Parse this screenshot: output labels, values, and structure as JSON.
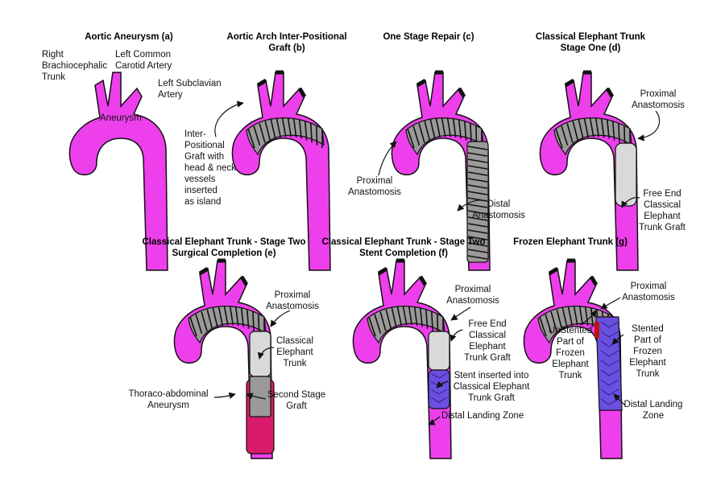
{
  "colors": {
    "aorta": "#ee3fec",
    "outline": "#111111",
    "graft": "#9a9a9a",
    "trunk": "#d9d9d9",
    "stent": "#6a4fe0",
    "aneurysm_dark": "#d81b6b",
    "background": "#ffffff"
  },
  "panels": [
    {
      "id": "a",
      "title": "Aortic Aneurysm (a)",
      "labels": {
        "brachiocephalic": "Right\nBrachiocephalic\nTrunk",
        "carotid": "Left Common\nCarotid Artery",
        "subclavian": "Left Subclavian\nArtery",
        "aneurysm": "Aneurysm"
      }
    },
    {
      "id": "b",
      "title": "Aortic Arch Inter-Positional\nGraft (b)",
      "labels": {
        "graft": "Inter-\nPositional\nGraft with\nhead & neck\nvessels\ninserted\nas island"
      }
    },
    {
      "id": "c",
      "title": "One Stage Repair (c)",
      "labels": {
        "proximal": "Proximal\nAnastomosis",
        "distal": "Distal\nAnastomosis"
      }
    },
    {
      "id": "d",
      "title": "Classical Elephant Trunk\nStage One (d)",
      "labels": {
        "proximal": "Proximal\nAnastomosis",
        "free_end": "Free End\nClassical\nElephant\nTrunk Graft"
      }
    },
    {
      "id": "e",
      "title": "Classical Elephant Trunk - Stage Two\nSurgical Completion (e)",
      "labels": {
        "proximal": "Proximal\nAnastomosis",
        "trunk": "Classical\nElephant\nTrunk",
        "thoraco": "Thoraco-abdominal\nAneurysm",
        "second_stage": "Second Stage\nGraft"
      }
    },
    {
      "id": "f",
      "title": "Classical Elephant Trunk - Stage Two\nStent Completion (f)",
      "labels": {
        "proximal": "Proximal\nAnastomosis",
        "free_end": "Free End\nClassical\nElephant\nTrunk Graft",
        "stent": "Stent inserted into\nClassical Elephant\nTrunk Graft",
        "landing": "Distal Landing Zone"
      }
    },
    {
      "id": "g",
      "title": "Frozen Elephant Trunk (g)",
      "labels": {
        "proximal": "Proximal\nAnastomosis",
        "unstented": "UnStented\nPart of\nFrozen\nElephant\nTrunk",
        "stented": "Stented\nPart of\nFrozen\nElephant\nTrunk",
        "landing": "Distal Landing\nZone"
      }
    }
  ]
}
